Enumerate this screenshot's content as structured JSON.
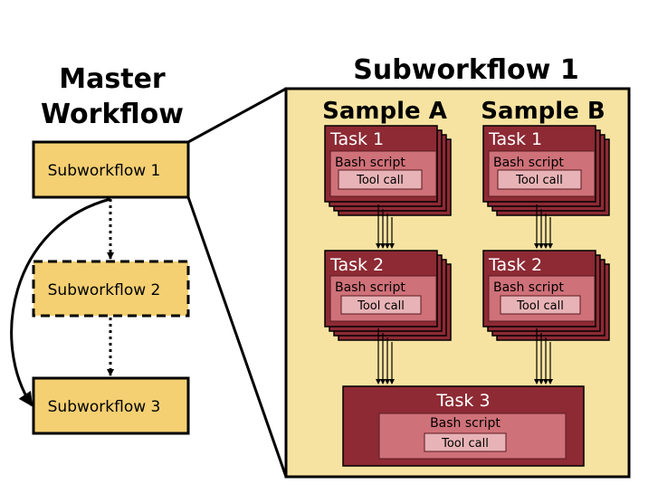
{
  "master": {
    "title_line1": "Master",
    "title_line2": "Workflow",
    "subworkflows": [
      "Subworkflow 1",
      "Subworkflow 2",
      "Subworkflow 3"
    ]
  },
  "detail": {
    "title": "Subworkflow 1",
    "sample_a": "Sample A",
    "sample_b": "Sample B",
    "task1": "Task 1",
    "task2": "Task 2",
    "task3": "Task 3",
    "bash": "Bash script",
    "tool": "Tool call"
  },
  "colors": {
    "panel_fill": "#f7e3a1",
    "box_fill": "#f4d072",
    "task_dark": "#8d2a34",
    "bash_fill": "#cf7179",
    "tool_fill": "#e8b3b6"
  }
}
